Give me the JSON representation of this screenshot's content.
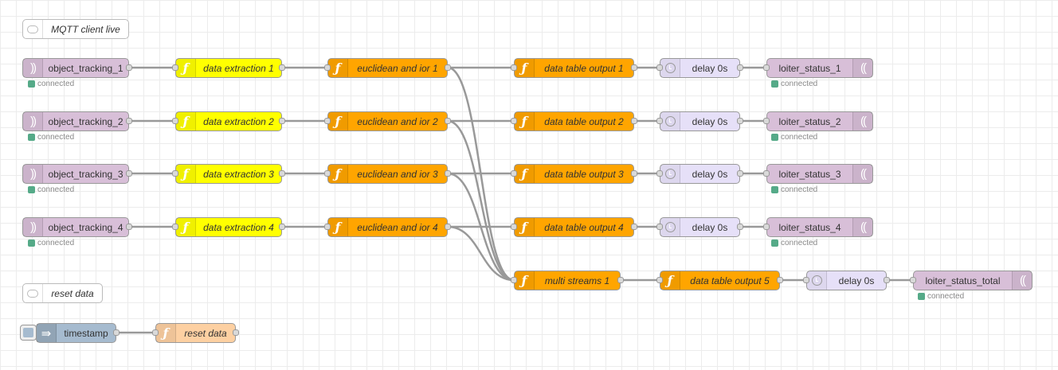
{
  "comments": {
    "mqtt_client_live": "MQTT client live",
    "reset_data": "reset data"
  },
  "status_text": "connected",
  "rows": [
    {
      "input": "object_tracking_1",
      "extraction": "data extraction 1",
      "euclidean": "euclidean and ior 1",
      "table": "data table output 1",
      "delay": "delay 0s",
      "output": "loiter_status_1"
    },
    {
      "input": "object_tracking_2",
      "extraction": "data extraction 2",
      "euclidean": "euclidean and ior 2",
      "table": "data table output 2",
      "delay": "delay 0s",
      "output": "loiter_status_2"
    },
    {
      "input": "object_tracking_3",
      "extraction": "data extraction 3",
      "euclidean": "euclidean and ior 3",
      "table": "data table output 3",
      "delay": "delay 0s",
      "output": "loiter_status_3"
    },
    {
      "input": "object_tracking_4",
      "extraction": "data extraction 4",
      "euclidean": "euclidean and ior 4",
      "table": "data table output 4",
      "delay": "delay 0s",
      "output": "loiter_status_4"
    }
  ],
  "total": {
    "multi": "multi streams 1",
    "table": "data table output 5",
    "delay": "delay 0s",
    "output": "loiter_status_total"
  },
  "reset": {
    "inject": "timestamp",
    "func": "reset data"
  },
  "colors": {
    "mqtt": "#d8bfd8",
    "function_yellow": "#ffff00",
    "function_orange": "#ffa500",
    "function_light": "#fdd0a2",
    "delay": "#e6e0f8",
    "inject": "#a6bbcf",
    "status_ok": "#55aa88",
    "wire": "#999999"
  }
}
